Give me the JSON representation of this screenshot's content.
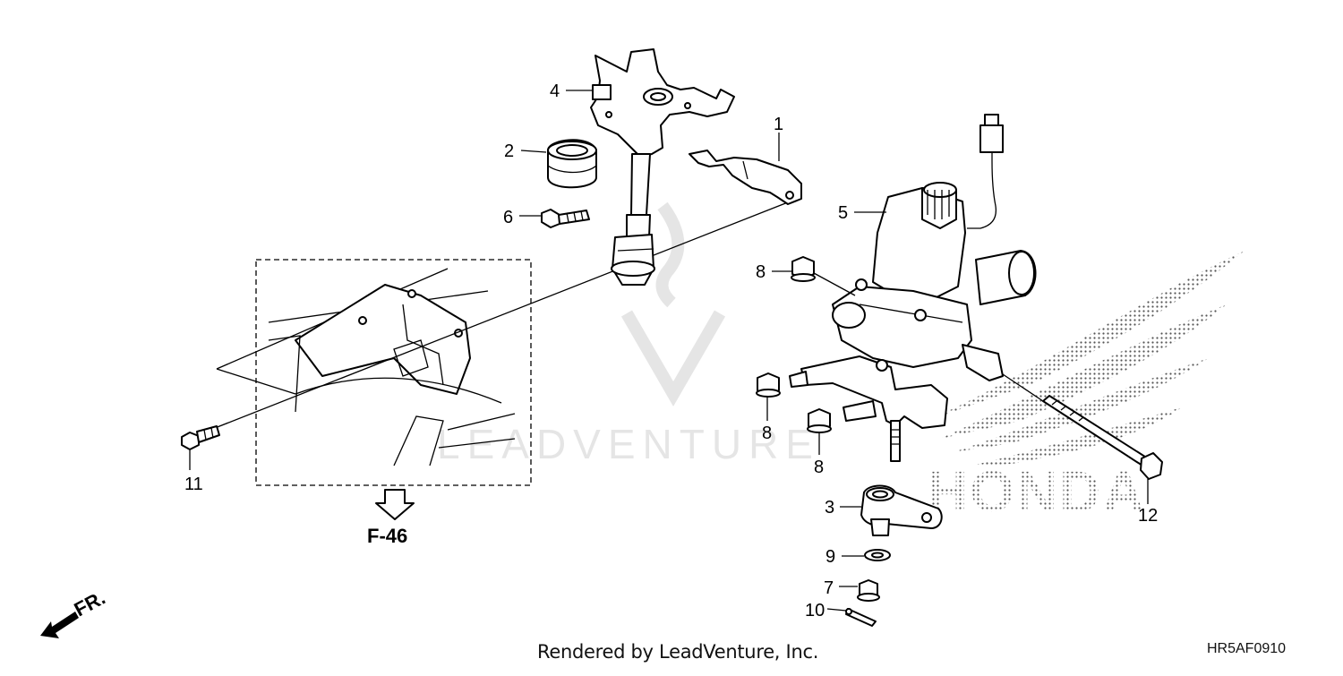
{
  "diagram": {
    "callouts": [
      {
        "id": "1",
        "label": "1"
      },
      {
        "id": "2",
        "label": "2"
      },
      {
        "id": "3",
        "label": "3"
      },
      {
        "id": "4",
        "label": "4"
      },
      {
        "id": "5",
        "label": "5"
      },
      {
        "id": "6",
        "label": "6"
      },
      {
        "id": "7",
        "label": "7"
      },
      {
        "id": "8a",
        "label": "8"
      },
      {
        "id": "8b",
        "label": "8"
      },
      {
        "id": "8c",
        "label": "8"
      },
      {
        "id": "9",
        "label": "9"
      },
      {
        "id": "10",
        "label": "10"
      },
      {
        "id": "11",
        "label": "11"
      },
      {
        "id": "12",
        "label": "12"
      }
    ],
    "reference": "F-46",
    "direction": "FR.",
    "watermark": "LEADVENTURE",
    "logo": "HONDA"
  },
  "footer": {
    "credit": "Rendered by LeadVenture, Inc.",
    "code": "HR5AF0910"
  }
}
